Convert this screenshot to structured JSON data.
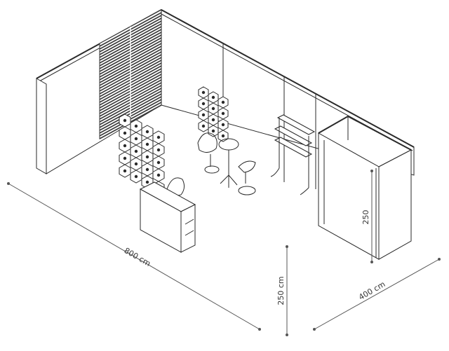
{
  "dimensions": {
    "width_label": "800 cm",
    "height_label": "250 cm",
    "depth_label": "400 cm",
    "cabin_height_label": "250"
  },
  "colors": {
    "line": "#2a2a2a",
    "slat": "#3a3a3a",
    "dimension": "#555555"
  }
}
